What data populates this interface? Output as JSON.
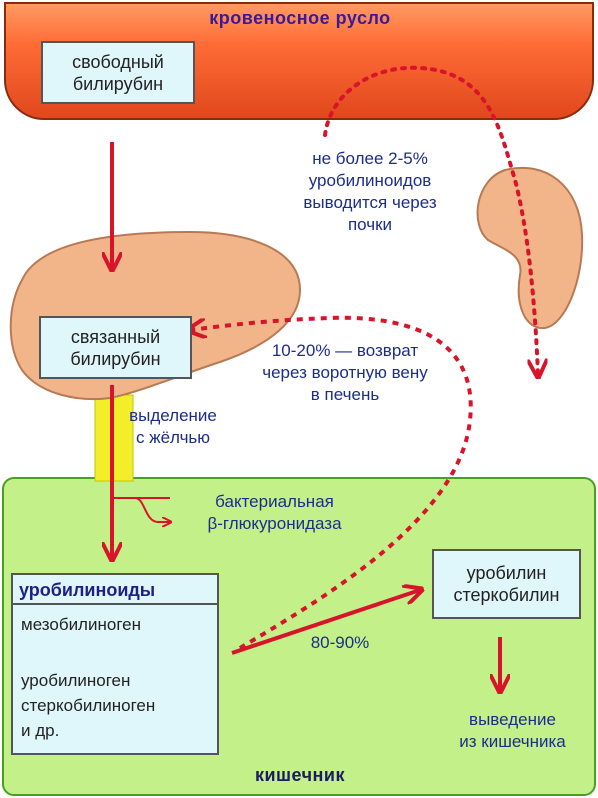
{
  "labels": {
    "blood_stream": "кровеносное русло",
    "intestine": "кишечник"
  },
  "boxes": {
    "free_bilirubin": [
      "свободный",
      "билирубин"
    ],
    "bound_bilirubin": [
      "связанный",
      "билирубин"
    ],
    "urobilin": [
      "уробилин",
      "стеркобилин"
    ]
  },
  "urobilinoids": {
    "title": "уробилиноиды",
    "line1": "мезобилиноген",
    "line2": "уробилиноген",
    "line3": "стеркобилиноген",
    "line4": "и др."
  },
  "notes": {
    "kidney": "не более 2-5%\nуробилиноидов\nвыводится через\nпочки",
    "portal": "10-20% — возврат\nчерез воротную вену\nв печень",
    "bile": "выделение\nс жёлчью",
    "enzyme": "бактериальная\nβ-глюкуронидаза",
    "percent": "80-90%",
    "excretion": "выведение\nиз кишечника"
  },
  "colors": {
    "arrow_red": "#d8142a",
    "text_blue": "#1c2d8a",
    "liver": "#f2b58a",
    "kidney": "#f2b58a",
    "intestine": "#c4f08a",
    "bile_duct": "#f3ee2a"
  }
}
